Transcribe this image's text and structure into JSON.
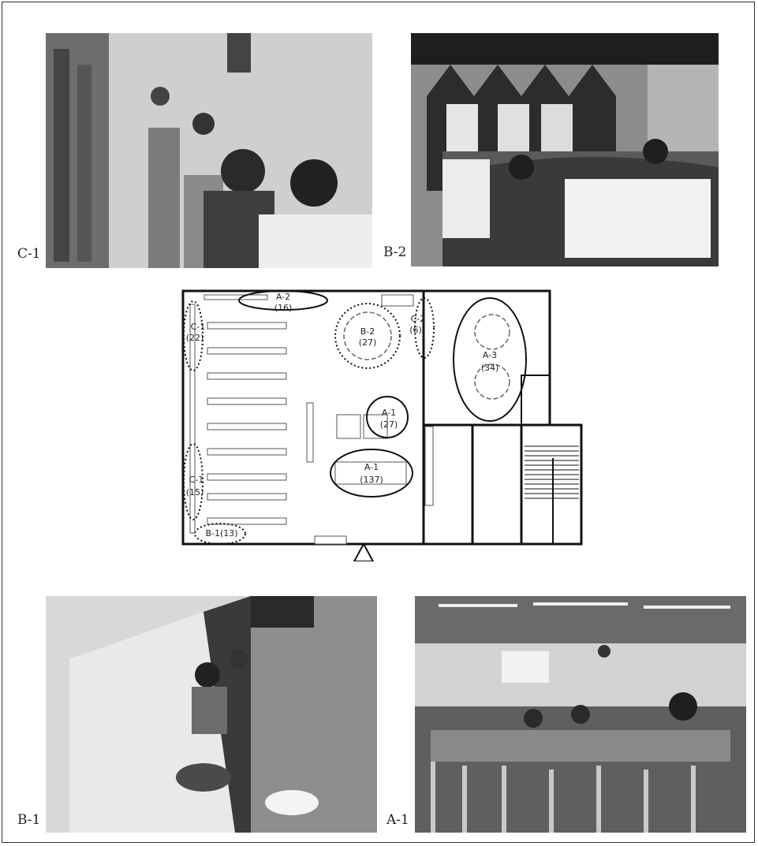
{
  "photos": {
    "c1": {
      "label": "C-1"
    },
    "b2": {
      "label": "B-2"
    },
    "b1": {
      "label": "B-1"
    },
    "a1": {
      "label": "A-1"
    }
  },
  "plan": {
    "zones": [
      {
        "id": "A-2",
        "count": "(16)"
      },
      {
        "id": "C-1",
        "count": "(22)"
      },
      {
        "id": "B-2",
        "count": "(27)"
      },
      {
        "id": "C-2",
        "count": "(6)"
      },
      {
        "id": "A-3",
        "count": "(34)"
      },
      {
        "id": "A-1",
        "count": "(27)"
      },
      {
        "id": "A-1",
        "count": "(137)"
      },
      {
        "id": "C-1",
        "count": "(15)"
      },
      {
        "id": "B-1(13)",
        "count": ""
      }
    ]
  }
}
